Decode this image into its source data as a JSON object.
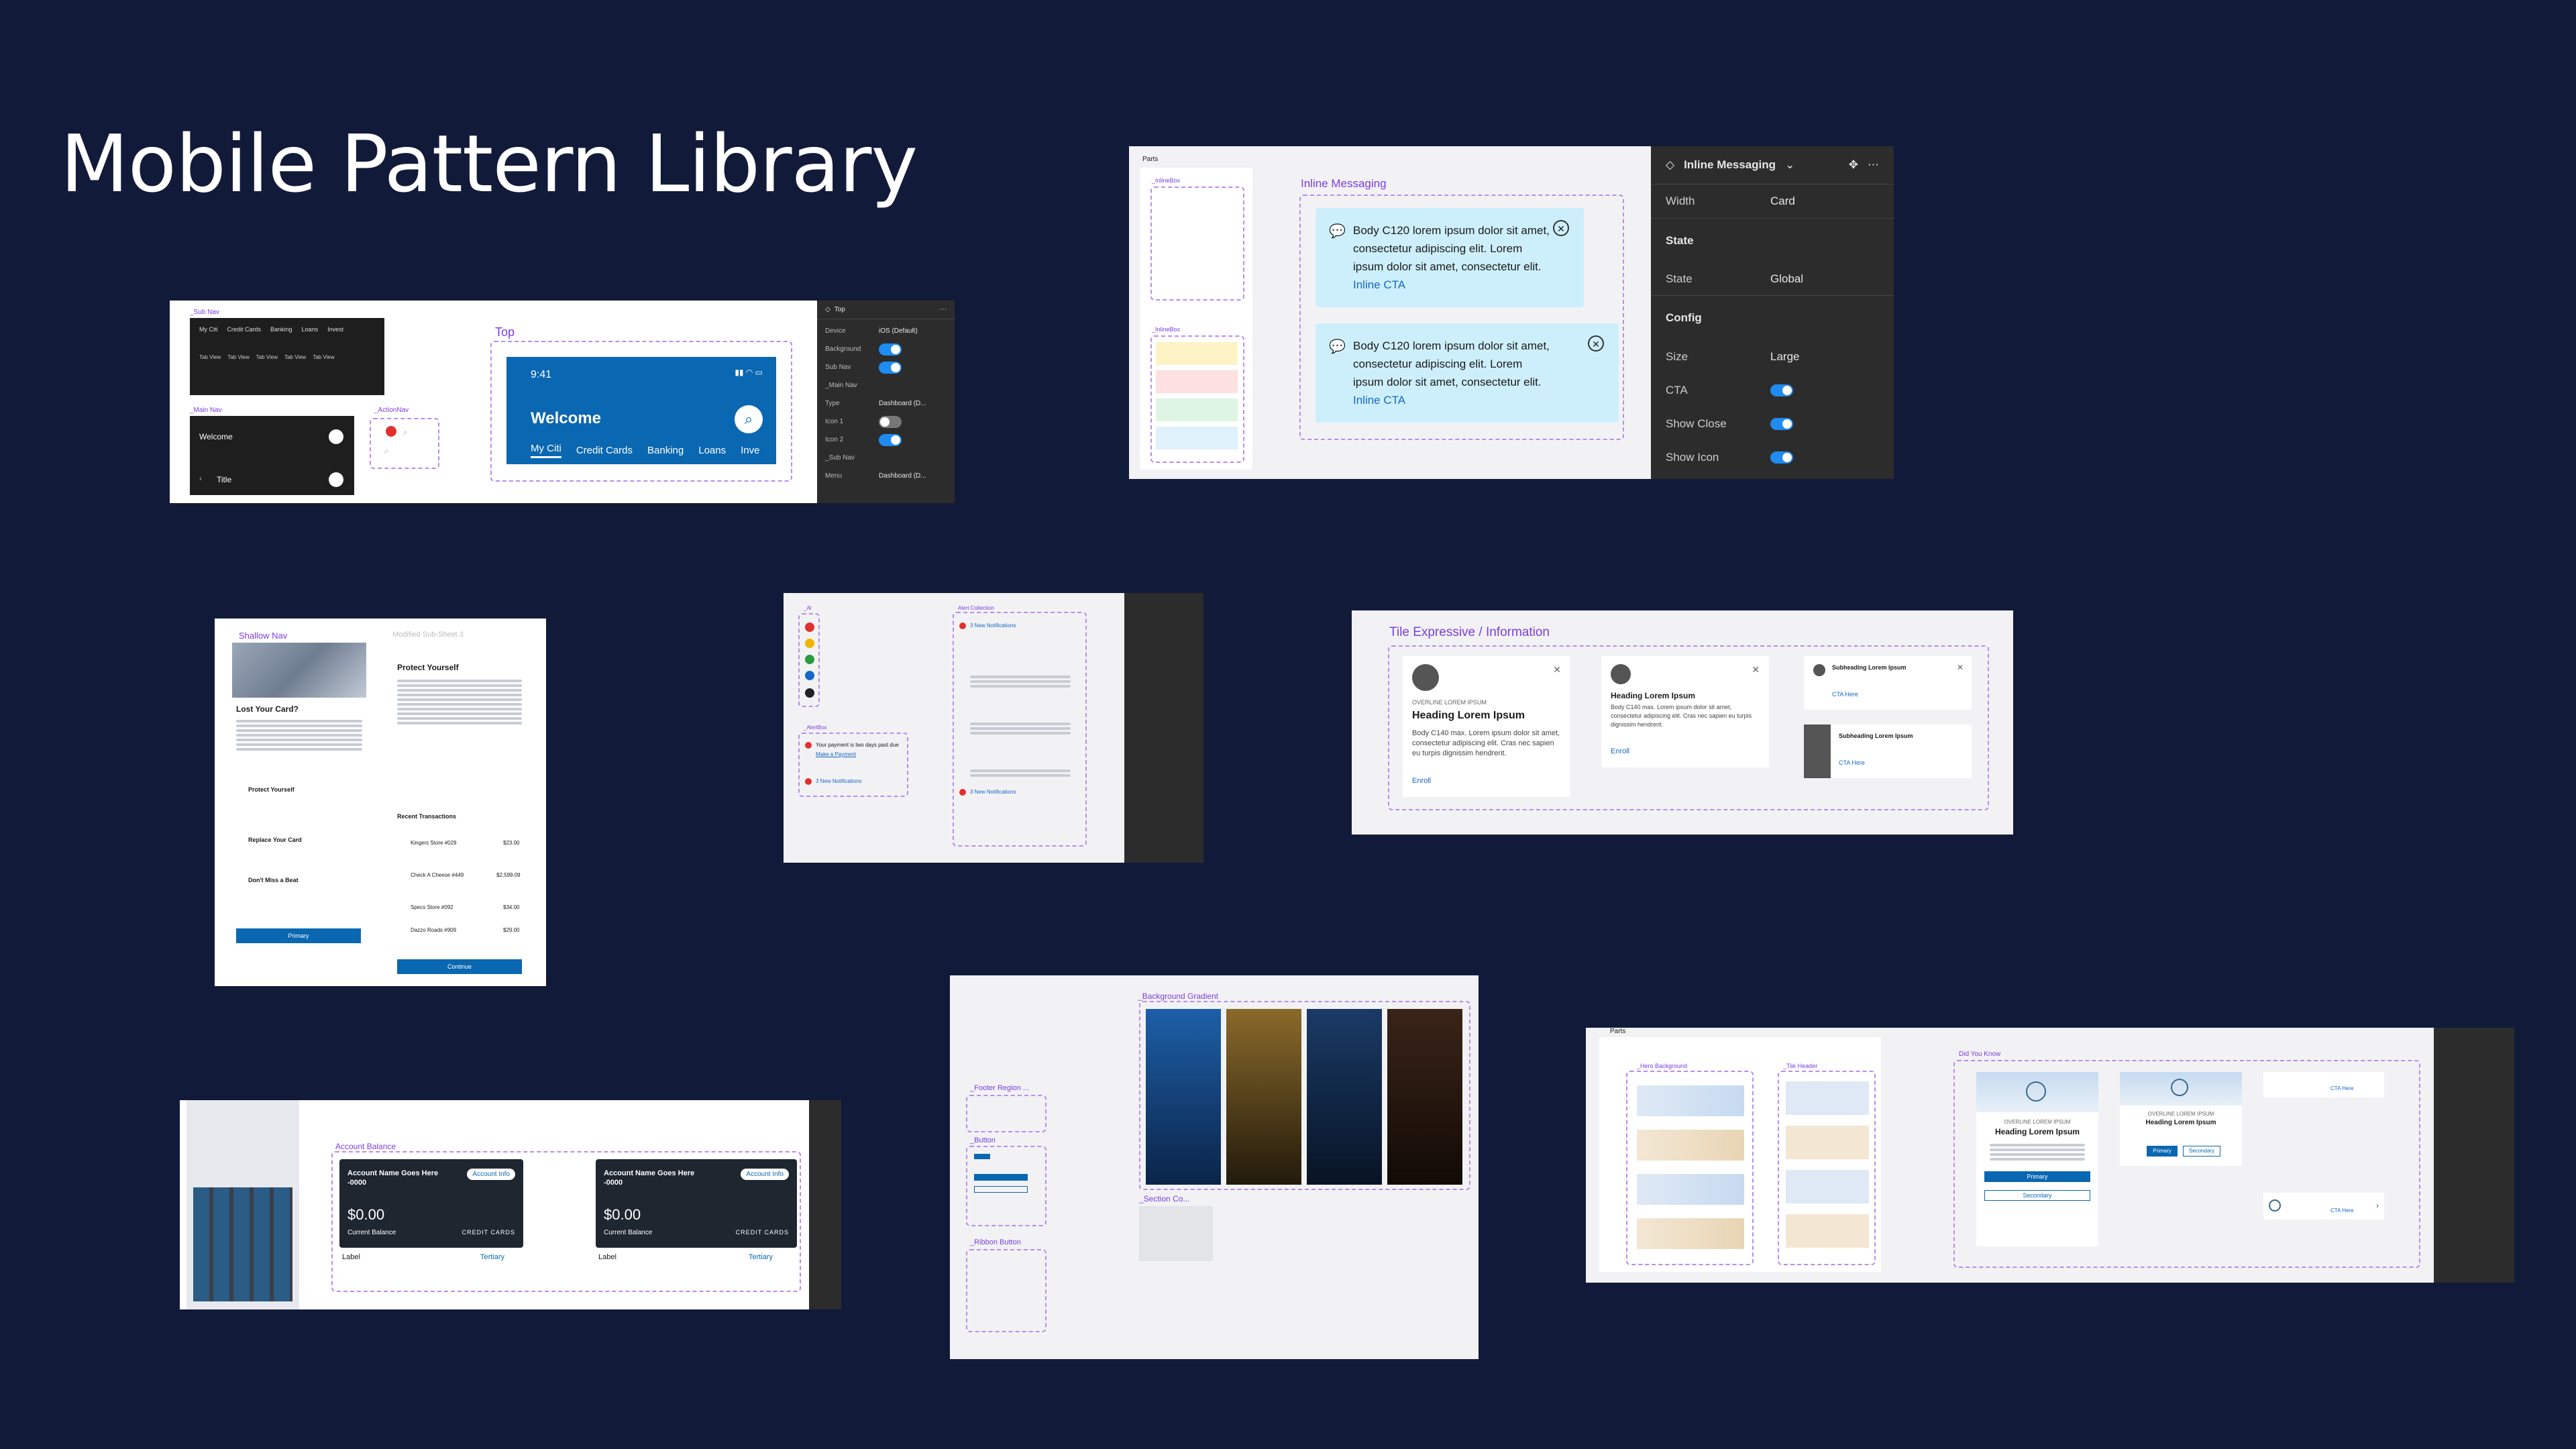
{
  "page": {
    "title": "Mobile Pattern Library"
  },
  "top_nav": {
    "sub_nav_label": "_Sub Nav",
    "sub_nav_tabs": [
      "My Citi",
      "Credit Cards",
      "Banking",
      "Loans",
      "Invest"
    ],
    "tab_view_labels": [
      "Tab View",
      "Tab View",
      "Tab View",
      "Tab View",
      "Tab View"
    ],
    "main_nav_label": "_Main Nav",
    "main_nav_welcome": "Welcome",
    "main_nav_title": "Title",
    "action_nav_label": "_ActionNav",
    "top_label": "Top",
    "phone_time": "9:41",
    "phone_welcome": "Welcome",
    "phone_tabs": [
      "My Citi",
      "Credit Cards",
      "Banking",
      "Loans",
      "Inve"
    ],
    "panel": {
      "header": "Top",
      "rows": [
        {
          "label": "Device",
          "value": "iOS (Default)"
        },
        {
          "label": "Background",
          "value": ""
        },
        {
          "label": "Sub Nav",
          "value": ""
        },
        {
          "label": "_Main Nav",
          "value": ""
        },
        {
          "label": "Type",
          "value": "Dashboard (D..."
        },
        {
          "label": "Icon 1",
          "value": ""
        },
        {
          "label": "Icon 2",
          "value": ""
        },
        {
          "label": "_Sub Nav",
          "value": ""
        },
        {
          "label": "Menu",
          "value": "Dashboard (D..."
        }
      ]
    }
  },
  "inline_messaging": {
    "parts_label": "Parts",
    "inline_label_1": "_InlineBox",
    "inline_label_2": "_InlineBox",
    "frame_label": "Inline Messaging",
    "message_body": "Body C120 lorem ipsum dolor sit amet, consectetur adipiscing elit. Lorem ipsum dolor sit amet, consectetur elit.",
    "cta": "Inline CTA",
    "panel": {
      "header": "Inline Messaging",
      "width_label": "Width",
      "width_value": "Card",
      "state_heading": "State",
      "state_label": "State",
      "state_value": "Global",
      "config_heading": "Config",
      "size_label": "Size",
      "size_value": "Large",
      "cta_label": "CTA",
      "show_close_label": "Show Close",
      "show_icon_label": "Show Icon"
    }
  },
  "shallow_nav": {
    "label": "Shallow Nav",
    "label_right": "Modified Sub-Sheet 3",
    "left_heading": "Lost Your Card?",
    "left_items": [
      "Protect Yourself",
      "Replace Your Card",
      "Don't Miss a Beat"
    ],
    "primary": "Primary",
    "right_heading": "Protect Yourself",
    "recent": "Recent Transactions",
    "transactions": [
      {
        "name": "Kingers Store #029",
        "amount": "$23.00"
      },
      {
        "name": "Check A Cheese #449",
        "amount": "$2,599.09"
      },
      {
        "name": "Specs Store #092",
        "amount": "$34.00"
      },
      {
        "name": "Dazzo Roads #909",
        "amount": "$29.00"
      }
    ],
    "continue": "Continue"
  },
  "alert": {
    "label_left": "_Al",
    "label_box": "_AlertBox",
    "label_collection": "Alert Collection",
    "box_rows": [
      "Your payment is two days past due",
      "3 New Notifications"
    ],
    "make_payment": "Make a Payment",
    "collection_rows": [
      "3 New Notifications",
      "3 New Notifications"
    ]
  },
  "tile": {
    "label": "Tile Expressive / Information",
    "overline": "OVERLINE LOREM IPSUM",
    "heading_large": "Heading Lorem Ipsum",
    "heading_small": "Heading Lorem Ipsum",
    "body": "Body C140 max. Lorem ipsum dolor sit amet, consectetur adipiscing elit. Cras nec sapien eu turpis dignissim hendrerit.",
    "enroll": "Enroll",
    "subheading": "Subheading Lorem Ipsum",
    "cta_here": "CTA Here"
  },
  "account_balance": {
    "label": "Account Balance",
    "cards": [
      {
        "name": "Account Name Goes Here -0000",
        "button": "Account Info",
        "amount": "$0.00",
        "balance_label": "Current Balance",
        "type": "CREDIT CARDS",
        "label": "Label",
        "tertiary": "Tertiary"
      },
      {
        "name": "Account Name Goes Here -0000",
        "button": "Account Info",
        "amount": "$0.00",
        "balance_label": "Current Balance",
        "type": "CREDIT CARDS",
        "label": "Label",
        "tertiary": "Tertiary"
      }
    ]
  },
  "background": {
    "gradient_label": "_Background Gradient",
    "gradients": [
      "#1d5fa8",
      "#8a6a2a",
      "#1a3a66",
      "#3a2418"
    ],
    "footer_label": "_Footer Region ...",
    "button_label": "_Button",
    "ribbon_label": "_Ribbon Button",
    "section_label": "_Section Co..."
  },
  "did_you_know": {
    "parts_label": "Parts",
    "hero_label": "_Hero Background",
    "tile_label": "_Tile Header",
    "frame_label": "Did You Know",
    "overline": "OVERLINE LOREM IPSUM",
    "heading": "Heading Lorem Ipsum",
    "primary": "Primary",
    "secondary": "Secondary",
    "cta_here": "CTA Here"
  }
}
